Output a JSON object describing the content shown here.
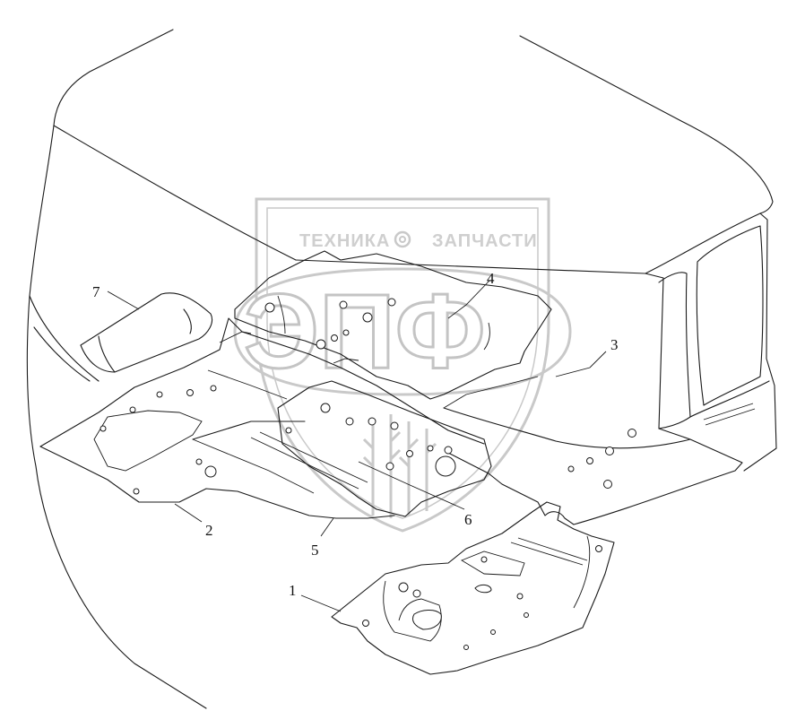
{
  "diagram": {
    "callouts": [
      {
        "id": "1",
        "label": "1"
      },
      {
        "id": "2",
        "label": "2"
      },
      {
        "id": "3",
        "label": "3"
      },
      {
        "id": "4",
        "label": "4"
      },
      {
        "id": "5",
        "label": "5"
      },
      {
        "id": "6",
        "label": "6"
      },
      {
        "id": "7",
        "label": "7"
      }
    ]
  },
  "watermark": {
    "top_left": "ТЕХНИКА",
    "top_right": "ЗАПЧАСТИ",
    "logo": "ЭПФ",
    "color": "#c8c8c8"
  }
}
